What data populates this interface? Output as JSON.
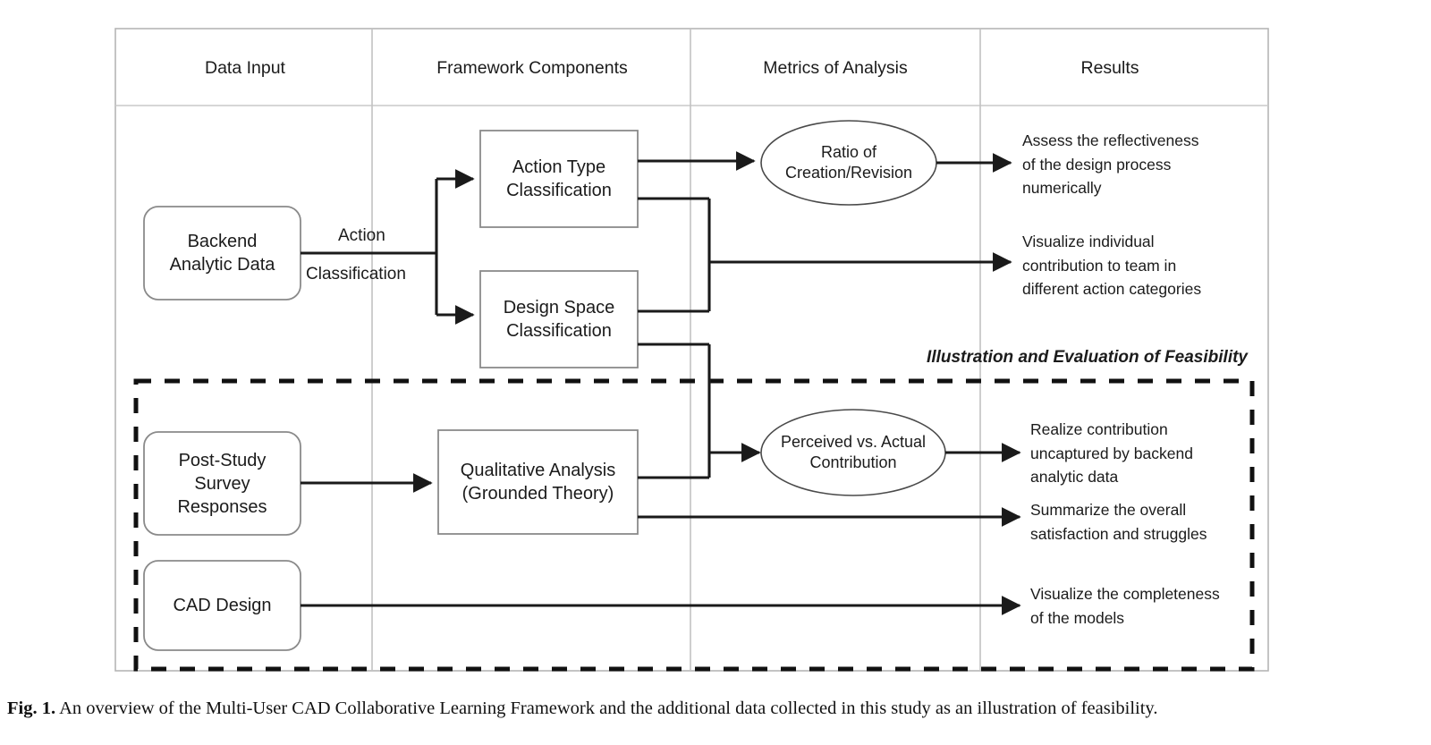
{
  "figure": {
    "caption_label": "Fig. 1.",
    "caption_text": "An overview of the Multi-User CAD Collaborative Learning Framework and the additional data collected in this study as an illustration of feasibility.",
    "section_annotation": "Illustration and Evaluation of Feasibility"
  },
  "colors": {
    "frame": "#b5b5b5",
    "divider": "#c2c2c2",
    "node_stroke": "#8a8a8a",
    "ellipse_stroke": "#4a4a4a",
    "connector": "#1a1a1a",
    "dashed_box": "#111111",
    "text": "#1b1b1b"
  },
  "columns": [
    {
      "id": "data-input",
      "label": "Data Input"
    },
    {
      "id": "framework-components",
      "label": "Framework Components"
    },
    {
      "id": "metrics-of-analysis",
      "label": "Metrics of Analysis"
    },
    {
      "id": "results",
      "label": "Results"
    }
  ],
  "nodes": {
    "data_inputs": [
      {
        "id": "backend-analytic-data",
        "label": "Backend\nAnalytic Data",
        "shape": "rounded-rect"
      },
      {
        "id": "post-study-survey-responses",
        "label": "Post-Study\nSurvey\nResponses",
        "shape": "rounded-rect"
      },
      {
        "id": "cad-design",
        "label": "CAD Design",
        "shape": "rounded-rect"
      }
    ],
    "framework_components": [
      {
        "id": "action-type-classification",
        "label": "Action Type\nClassification",
        "shape": "rect"
      },
      {
        "id": "design-space-classification",
        "label": "Design Space\nClassification",
        "shape": "rect"
      },
      {
        "id": "qualitative-analysis",
        "label": "Qualitative Analysis\n(Grounded Theory)",
        "shape": "rect"
      }
    ],
    "metrics": [
      {
        "id": "ratio-of-creation-revision",
        "label": "Ratio of\nCreation/Revision",
        "shape": "ellipse"
      },
      {
        "id": "perceived-vs-actual-contribution",
        "label": "Perceived vs. Actual\nContribution",
        "shape": "ellipse"
      }
    ],
    "results": [
      {
        "id": "result-assess-reflectiveness",
        "label": "Assess the reflectiveness\nof the design process\nnumerically"
      },
      {
        "id": "result-visualize-individual-contribution",
        "label": "Visualize individual\ncontribution to team in\ndifferent action categories"
      },
      {
        "id": "result-realize-contribution",
        "label": "Realize contribution\nuncaptured by backend\nanalytic data"
      },
      {
        "id": "result-summarize-satisfaction",
        "label": "Summarize the overall\nsatisfaction and struggles"
      },
      {
        "id": "result-visualize-completeness",
        "label": "Visualize the completeness\nof the models"
      }
    ]
  },
  "edge_labels": [
    {
      "id": "action-classification",
      "line1": "Action",
      "line2": "Classification"
    }
  ]
}
